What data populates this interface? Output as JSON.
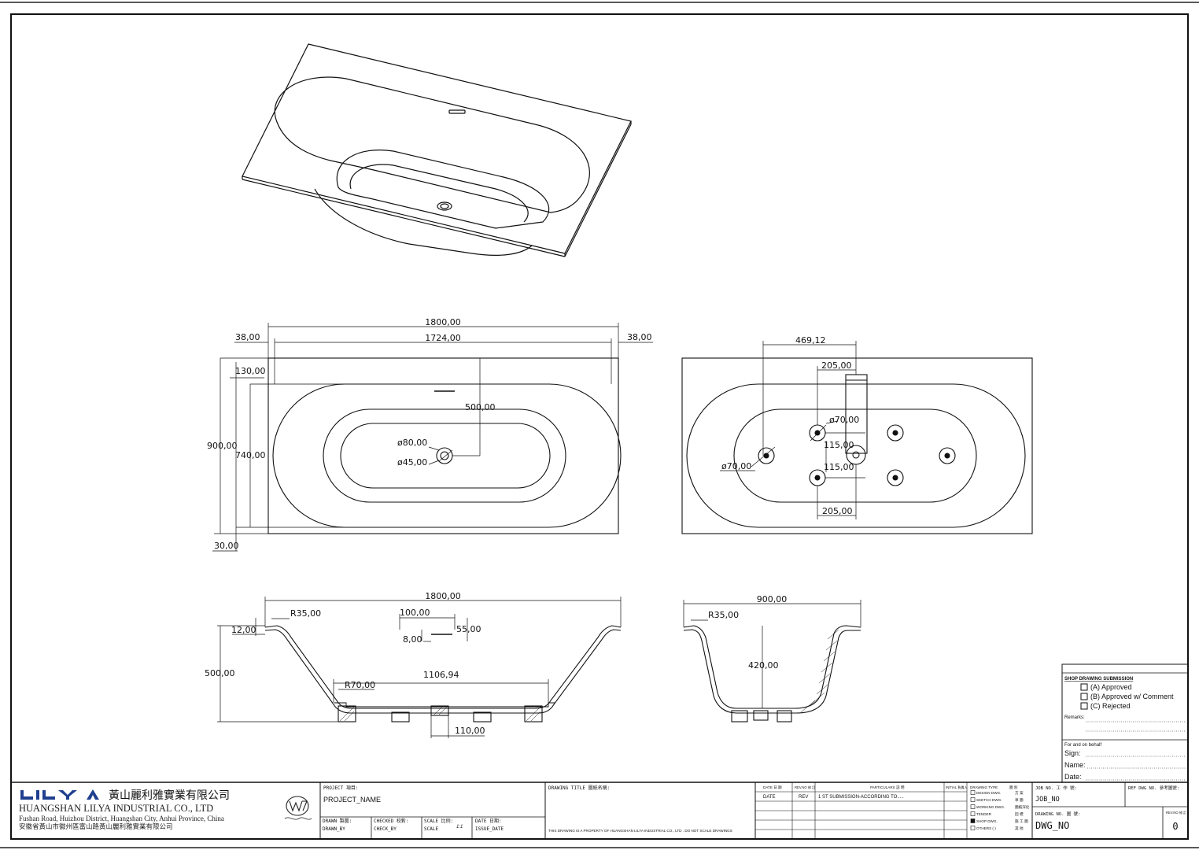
{
  "plan_dims": {
    "overall_length": "1800,00",
    "inner_length": "1724,00",
    "rim_left": "38,00",
    "rim_right": "38,00",
    "top_offset": "130,00",
    "overall_width": "900,00",
    "inner_width": "740,00",
    "bottom_offset": "30,00",
    "drain_offset": "500,00",
    "drain_outer_dia": "ø80,00",
    "drain_inner_dia": "ø45,00"
  },
  "jet_dims": {
    "jet_offset": "469,12",
    "jet_spacing_top": "205,00",
    "jet_dia_1": "ø70,00",
    "jet_spacing_v1": "115,00",
    "jet_spacing_v2": "115,00",
    "jet_dia_2": "ø70,00",
    "jet_spacing_bottom": "205,00"
  },
  "long_section_dims": {
    "overall_length": "1800,00",
    "rim_radius": "R35,00",
    "overflow_width": "100,00",
    "rim_thickness": "12,00",
    "overflow_height": "55,00",
    "overflow_slot": "8,00",
    "height": "500,00",
    "floor_length": "1106,94",
    "floor_radius": "R70,00",
    "drain_spacing": "110,00"
  },
  "cross_section_dims": {
    "width": "900,00",
    "rim_radius": "R35,00",
    "depth": "420,00"
  },
  "submission": {
    "title": "SHOP DRAWING SUBMISSION",
    "options": [
      "(A)  Approved",
      "(B)  Approved w/ Comment",
      "(C)  Rejected"
    ],
    "remarks_label": "Remarks:",
    "behalf_label": "For and on behalf",
    "sign_label": "Sign:",
    "name_label": "Name:",
    "date_label": "Date:"
  },
  "company": {
    "logo_text": "LILYA",
    "name_cn": "黃山麗利雅實業有限公司",
    "name_en": "HUANGSHAN LILYA INDUSTRIAL CO., LTD",
    "address_en": "Fushan Road, Huizhou District, Huangshan City, Anhui Province, China",
    "address_cn": "安徽省黃山市徽州區富山路黃山麗利雅實業有限公司"
  },
  "title_block": {
    "project_label": "PROJECT 項目:",
    "project_value": "PROJECT_NAME",
    "drawn_label": "DRAWN 製圖:",
    "drawn_value": "DRAWN_BY",
    "checked_label": "CHECKED 校對:",
    "checked_value": "CHECK_BY",
    "scale_label": "SCALE 比例:",
    "scale_value": "SCALE",
    "scale_ratio": "1:1",
    "date_label": "DATE 日期:",
    "date_value": "ISSUE_DATE",
    "drawing_title_label": "DRAWING TITLE 圖紙名稱:",
    "property_note": "THIS DRAWING IS A PROPERTY OF HUANGSHAN LILYA INDUSTRIAL CO., LTD . DO NOT SCALE DRAWINGS",
    "rev_date_header": "DATE 日 期",
    "rev_no_header": "REV.NO 修 訂",
    "particulars_header": "PARTICULARS 説 明",
    "initial_header": "INITIAL 負責人",
    "rev_row_date": "DATE",
    "rev_row_rev": "REV",
    "rev_row_particulars": "1 ST SUBMISSION-ACCORDING TO.....",
    "drawing_type_label": "DRAWING TYPE",
    "drawing_type_cn": "圖 別",
    "drawing_types": [
      {
        "label": "DESIGN DWG.",
        "cn": "方 案",
        "checked": false
      },
      {
        "label": "SKETCH DWG.",
        "cn": "草 圖",
        "checked": false
      },
      {
        "label": "WORKING DWG.",
        "cn": "圖紙深化",
        "checked": false
      },
      {
        "label": "TENDER",
        "cn": "回 標",
        "checked": false
      },
      {
        "label": "SHOP DWG.",
        "cn": "施 工 圖",
        "checked": true
      },
      {
        "label": "OTHERS  (      )",
        "cn": "其 他",
        "checked": false
      }
    ],
    "job_label": "JOB NO. 工 作 號:",
    "job_value": "JOB_NO",
    "ref_label": "REF DWG NO. 參考圖號:",
    "dwg_label": "DRAWING NO. 圖 號:",
    "dwg_value": "DWG_NO",
    "rev_label": "REV.NO 修 訂",
    "rev_value": "0"
  }
}
